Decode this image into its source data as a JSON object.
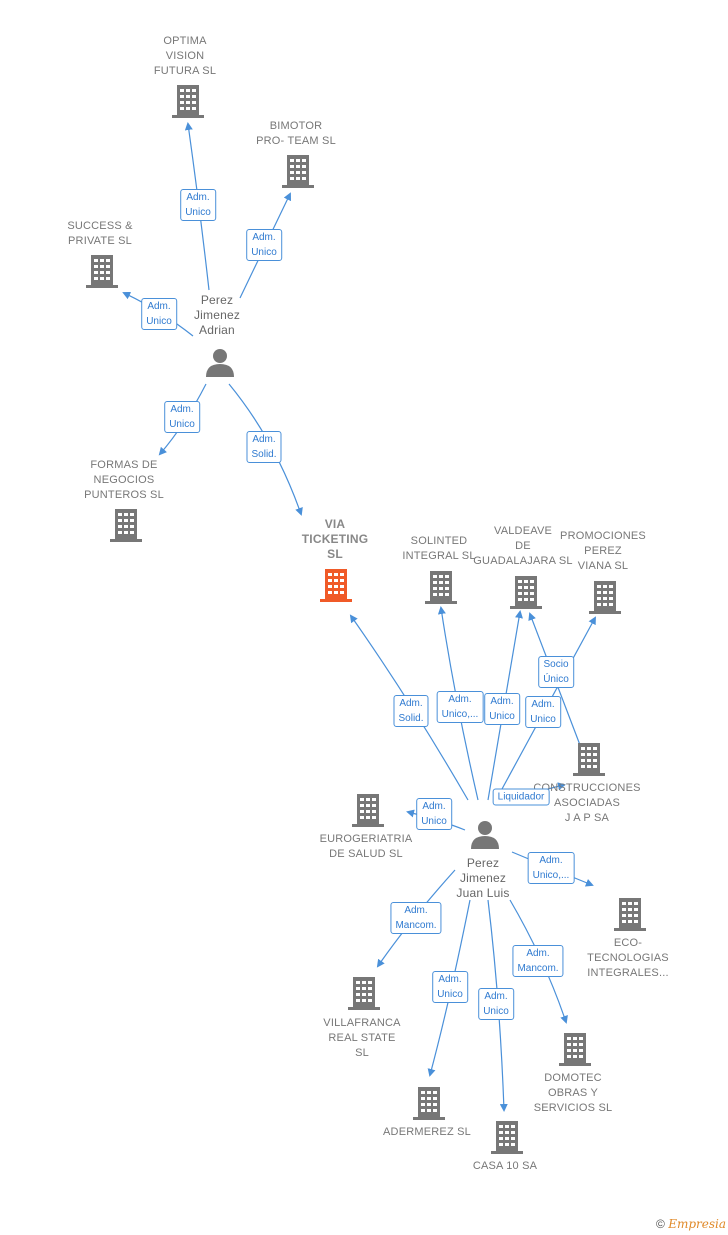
{
  "colors": {
    "edge": "#4a90d9",
    "node": "#777777",
    "focus": "#f05a28",
    "badge_text": "#2f7ad0"
  },
  "companies": {
    "optima": "OPTIMA\nVISION\nFUTURA  SL",
    "bimotor": "BIMOTOR\nPRO- TEAM  SL",
    "success": "SUCCESS &\nPRIVATE  SL",
    "formas": "FORMAS DE\nNEGOCIOS\nPUNTEROS  SL",
    "via": "VIA\nTICKETING\nSL",
    "solinted": "SOLINTED\nINTEGRAL  SL",
    "valdeave": "VALDEAVE\nDE\nGUADALAJARA SL",
    "promociones": "PROMOCIONES\nPEREZ\nVIANA SL",
    "construcciones": "CONSTRUCCIONES\nASOCIADAS\nJ A P SA",
    "eurogeriatria": "EUROGERIATRIA\nDE SALUD  SL",
    "eco": "ECO-\nTECNOLOGIAS\nINTEGRALES...",
    "villafranca": "VILLAFRANCA\nREAL STATE\nSL",
    "adermerez": "ADERMEREZ SL",
    "casa10": "CASA 10 SA",
    "domotec": "DOMOTEC\nOBRAS Y\nSERVICIOS SL"
  },
  "persons": {
    "adrian": "Perez\nJimenez\nAdrian",
    "juanluis": "Perez\nJimenez\nJuan Luis"
  },
  "badges": {
    "a_optima": "Adm.\nUnico",
    "a_bimotor": "Adm.\nUnico",
    "a_success": "Adm.\nUnico",
    "a_formas": "Adm.\nUnico",
    "a_via": "Adm.\nSolid.",
    "j_via": "Adm.\nSolid.",
    "j_solinted": "Adm.\nUnico,...",
    "j_valdeave": "Adm.\nUnico",
    "j_promociones": "Adm.\nUnico",
    "c_valdeave": "Socio\nÚnico",
    "j_construcciones": "Liquidador",
    "j_eurogeriatria": "Adm.\nUnico",
    "j_eco": "Adm.\nUnico,...",
    "j_villafranca": "Adm.\nMancom.",
    "j_adermerez": "Adm.\nUnico",
    "j_casa10": "Adm.\nUnico",
    "j_domotec": "Adm.\nMancom."
  },
  "footer": {
    "copyright": "©",
    "brand": "Empresia"
  }
}
